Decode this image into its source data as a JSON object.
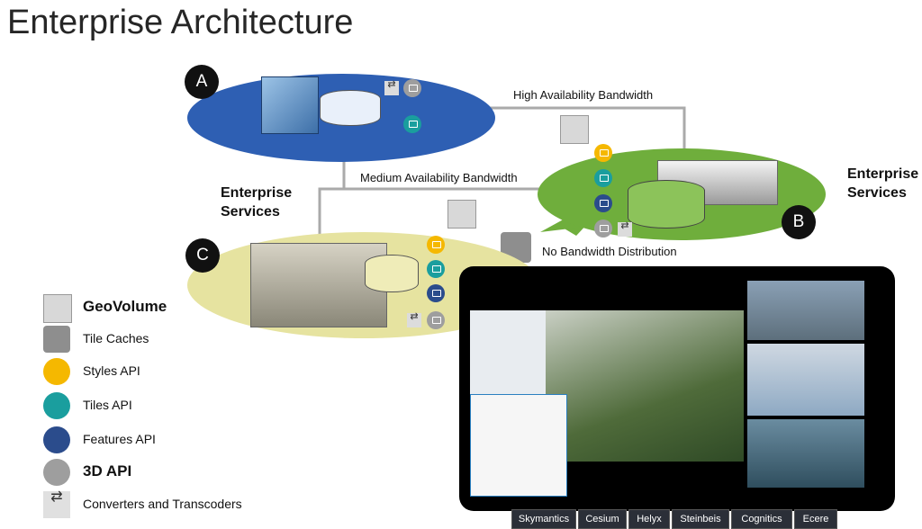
{
  "title": "Enterprise Architecture",
  "nodes": {
    "a": {
      "badge": "A"
    },
    "b": {
      "badge": "B",
      "label_line1": "Enterprise",
      "label_line2": "Services"
    },
    "c": {
      "badge": "C",
      "label_line1": "Enterprise",
      "label_line2": "Services"
    }
  },
  "links": {
    "high": "High Availability Bandwidth",
    "medium": "Medium Availability Bandwidth",
    "none": "No Bandwidth Distribution"
  },
  "legend": [
    {
      "label": "GeoVolume",
      "icon": "geovolume-icon",
      "bold": true
    },
    {
      "label": "Tile Caches",
      "icon": "tile-cache-icon",
      "bold": false
    },
    {
      "label": "Styles API",
      "icon": "styles-api-icon",
      "color": "#f5b800",
      "bold": false
    },
    {
      "label": "Tiles API",
      "icon": "tiles-api-icon",
      "color": "#1a9e9e",
      "bold": false
    },
    {
      "label": "Features API",
      "icon": "features-api-icon",
      "color": "#2b4c8c",
      "bold": false
    },
    {
      "label": "3D API",
      "icon": "3d-api-icon",
      "color": "#9e9e9e",
      "bold": true
    },
    {
      "label": "Converters and Transcoders",
      "icon": "converter-icon",
      "bold": false
    }
  ],
  "colors": {
    "node_a": "#2e5fb3",
    "node_b": "#6fae3c",
    "node_c": "#e6e3a0",
    "styles": "#f5b800",
    "tiles": "#1a9e9e",
    "features": "#2b4c8c",
    "api3d": "#9e9e9e"
  },
  "vendors": [
    "Skymantics",
    "Cesium",
    "Helyx",
    "Steinbeis",
    "Cognitics",
    "Ecere"
  ]
}
